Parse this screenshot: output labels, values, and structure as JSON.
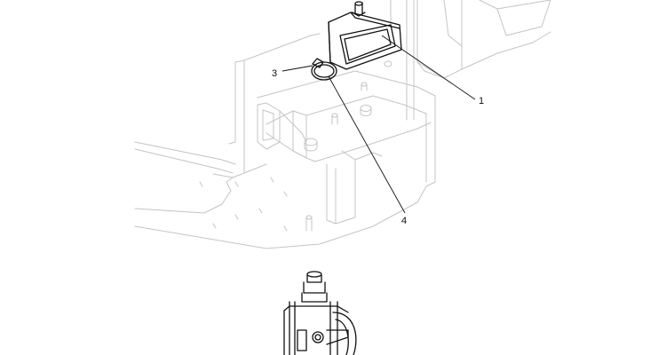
{
  "diagram": {
    "callouts": [
      {
        "id": "callout-1",
        "label": "1"
      },
      {
        "id": "callout-3",
        "label": "3"
      },
      {
        "id": "callout-4",
        "label": "4"
      }
    ]
  }
}
